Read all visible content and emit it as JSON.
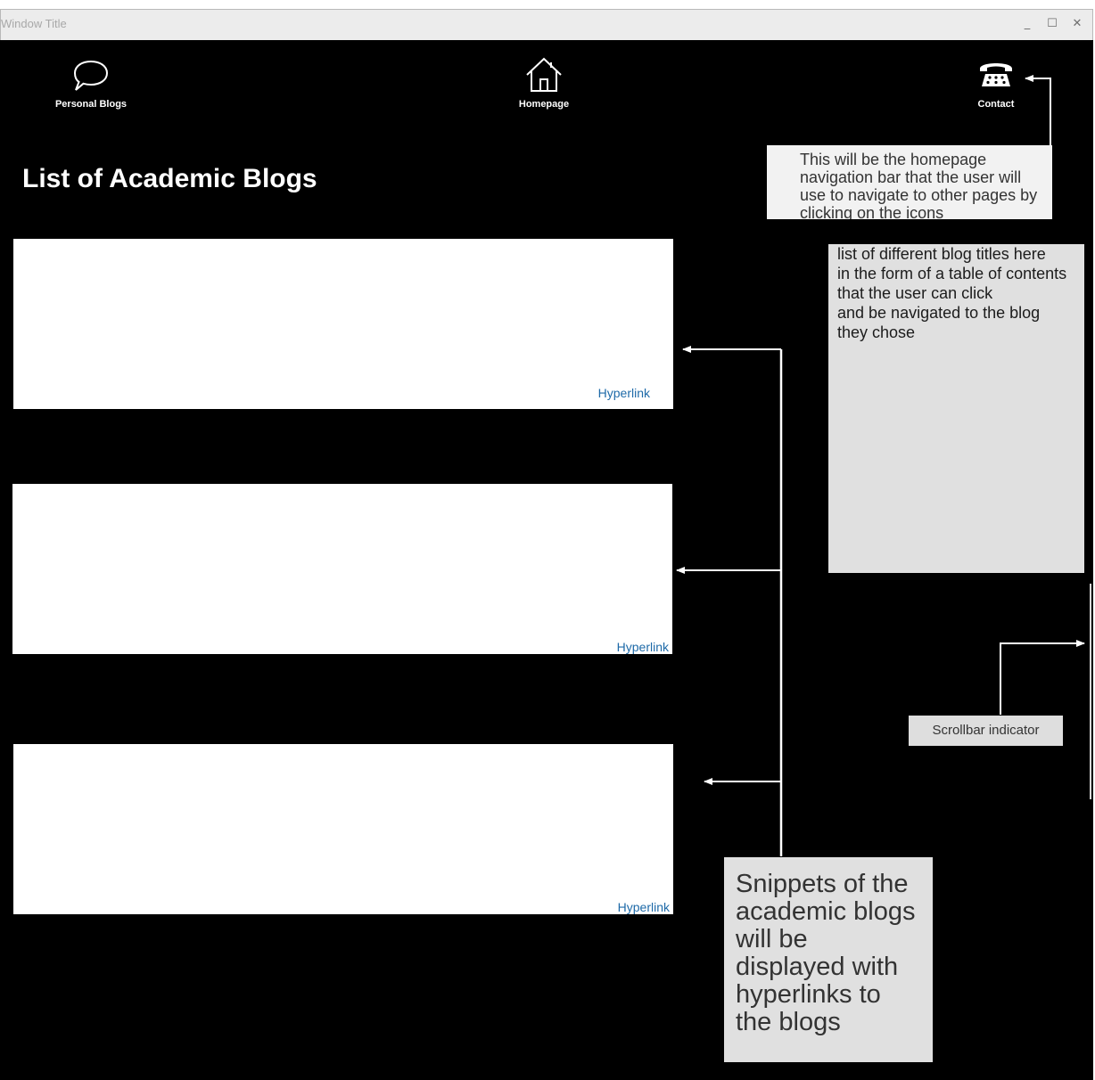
{
  "window": {
    "title": "Window Title",
    "buttons": {
      "minimize": "_",
      "maximize": "☐",
      "close": "✕"
    }
  },
  "nav": {
    "items": [
      {
        "label": "Personal Blogs",
        "icon": "speech-bubble-icon"
      },
      {
        "label": "Homepage",
        "icon": "home-icon"
      },
      {
        "label": "Contact",
        "icon": "telephone-icon"
      }
    ]
  },
  "page": {
    "title": "List of Academic Blogs"
  },
  "blogs": [
    {
      "link_label": "Hyperlink"
    },
    {
      "link_label": "Hyperlink"
    },
    {
      "link_label": "Hyperlink"
    }
  ],
  "annotations": {
    "nav_note": "This will be the homepage navigation bar that the user will use to navigate to other pages by clicking on the icons",
    "toc_note": "list of different blog titles here\nin the form of a table of contents\n that the user can click\nand be navigated to the blog\nthey chose",
    "scrollbar_note": "Scrollbar indicator",
    "snippets_note": "Snippets of the academic blogs will be displayed with hyperlinks to the blogs"
  },
  "colors": {
    "background": "#000000",
    "card": "#ffffff",
    "link": "#1e6aa8",
    "note": "#e0e0e0"
  }
}
